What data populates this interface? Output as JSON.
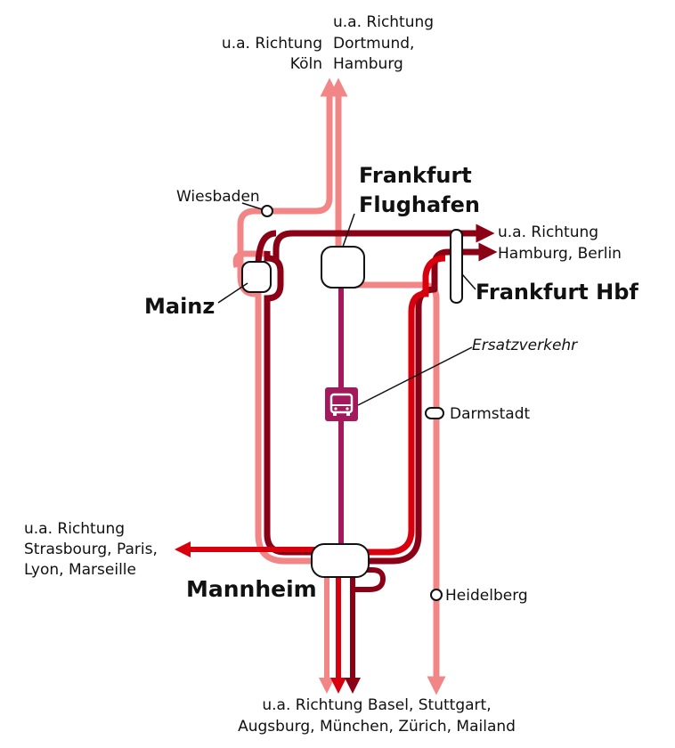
{
  "colors": {
    "pink": "#f28585",
    "red": "#d9000d",
    "darkred": "#8b0014",
    "purple": "#a3195b",
    "bus_bg": "#a3195b"
  },
  "stations": {
    "frankfurt_flughafen": [
      "Frankfurt",
      "Flughafen"
    ],
    "frankfurt_hbf": "Frankfurt Hbf",
    "mainz": "Mainz",
    "mannheim": "Mannheim",
    "wiesbaden": "Wiesbaden",
    "darmstadt": "Darmstadt",
    "heidelberg": "Heidelberg"
  },
  "destinations": {
    "koeln": [
      "u.a. Richtung",
      "Köln"
    ],
    "dortmund": [
      "u.a. Richtung",
      "Dortmund,",
      "Hamburg"
    ],
    "hamburg_berlin": [
      "u.a. Richtung",
      "Hamburg, Berlin"
    ],
    "west": [
      "u.a. Richtung",
      "Strasbourg, Paris,",
      "Lyon, Marseille"
    ],
    "south": [
      "u.a. Richtung Basel, Stuttgart,",
      "Augsburg, München, Zürich, Mailand"
    ]
  },
  "ersatzverkehr": "Ersatzverkehr",
  "icons": {
    "bus": "bus-icon"
  }
}
